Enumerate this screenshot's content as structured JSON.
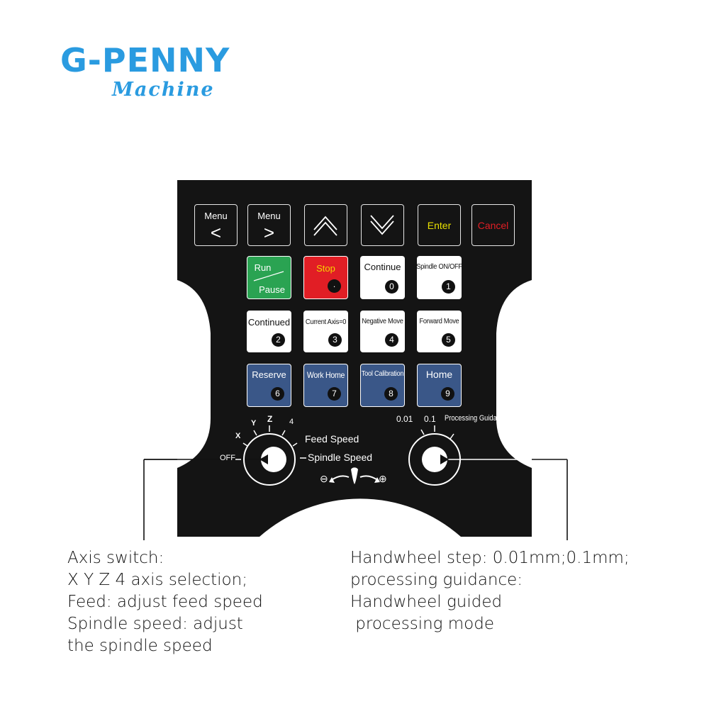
{
  "brand": {
    "name": "G-PENNY",
    "tagline": "Machine",
    "color": "#2a9be0"
  },
  "keys_row1": [
    {
      "top": "Menu",
      "arrow": "<"
    },
    {
      "top": "Menu",
      "arrow": ">"
    },
    {
      "icon": "double-chevron-up-icon"
    },
    {
      "icon": "double-chevron-down-icon"
    },
    {
      "label": "Enter",
      "color": "#e8e000"
    },
    {
      "label": "Cancel",
      "color": "#e11e25"
    }
  ],
  "keys": {
    "run": "Run",
    "pause": "Pause",
    "stop": "Stop",
    "stop_num": ".",
    "continue": "Continue",
    "continue_num": "0",
    "spindle": "Spindle ON/OFF",
    "spindle_num": "1",
    "continued": "Continued",
    "continued_num": "2",
    "current_axis": "Current Axis=0",
    "current_axis_num": "3",
    "negative_move": "Negative Move",
    "negative_move_num": "4",
    "forward_move": "Forward Move",
    "forward_move_num": "5",
    "reserve": "Reserve",
    "reserve_num": "6",
    "work_home": "Work Home",
    "work_home_num": "7",
    "tool_calibration": "Tool Calibration",
    "tool_calibration_num": "8",
    "home": "Home",
    "home_num": "9"
  },
  "axis_knob": {
    "positions": [
      "OFF",
      "X",
      "Y",
      "Z",
      "4"
    ],
    "feed": "Feed Speed",
    "spindle": "Spindle Speed"
  },
  "step_knob": {
    "positions": [
      "0.01",
      "0.1",
      "Processing Guidance"
    ]
  },
  "handwheel": {
    "minus": "⊖",
    "plus": "⊕"
  },
  "captions": {
    "left": [
      "Axis switch:",
      "X Y Z 4 axis selection;",
      "Feed: adjust feed speed",
      "Spindle speed: adjust",
      "the spindle speed"
    ],
    "right": [
      "Handwheel step: 0.01mm;0.1mm;",
      "processing guidance:",
      "Handwheel guided",
      " processing mode"
    ]
  }
}
